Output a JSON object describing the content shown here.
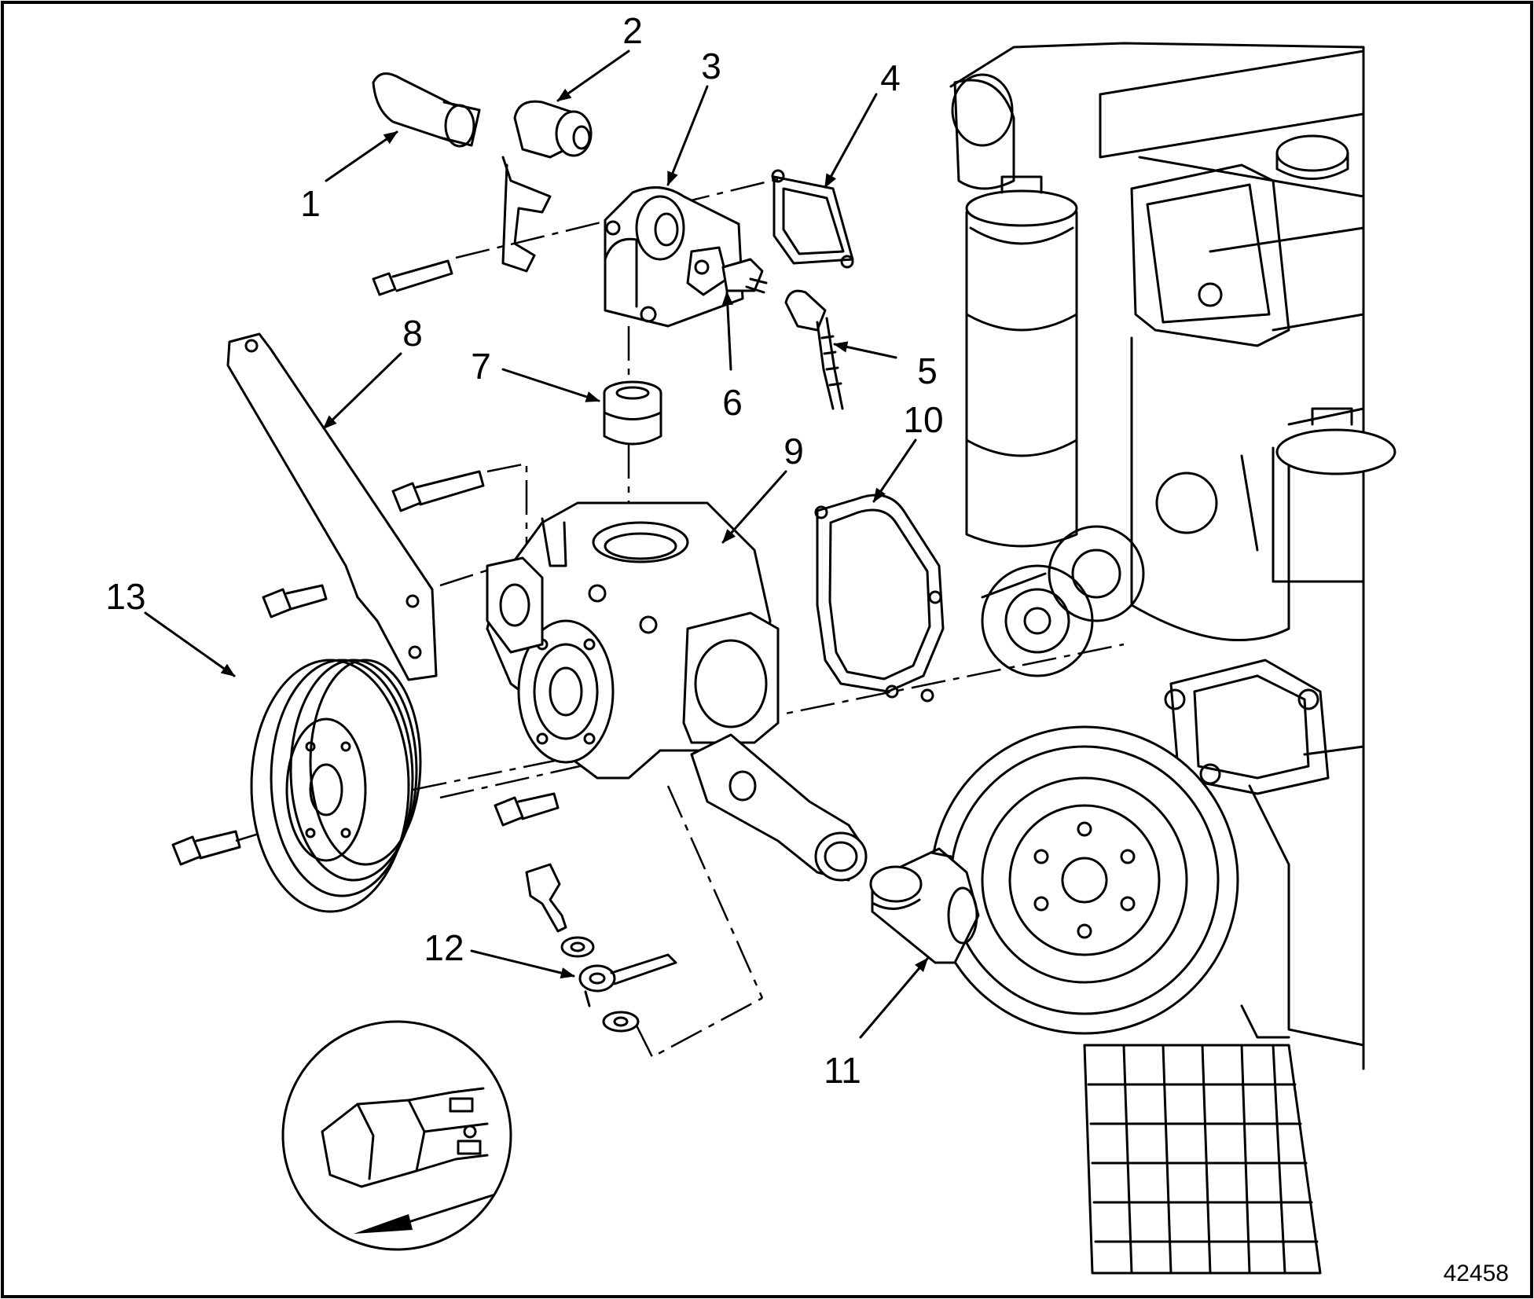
{
  "callouts": [
    {
      "label": "1"
    },
    {
      "label": "2"
    },
    {
      "label": "3"
    },
    {
      "label": "4"
    },
    {
      "label": "5"
    },
    {
      "label": "6"
    },
    {
      "label": "7"
    },
    {
      "label": "8"
    },
    {
      "label": "9"
    },
    {
      "label": "10"
    },
    {
      "label": "11"
    },
    {
      "label": "12"
    },
    {
      "label": "13"
    }
  ],
  "figure_number": "42458"
}
